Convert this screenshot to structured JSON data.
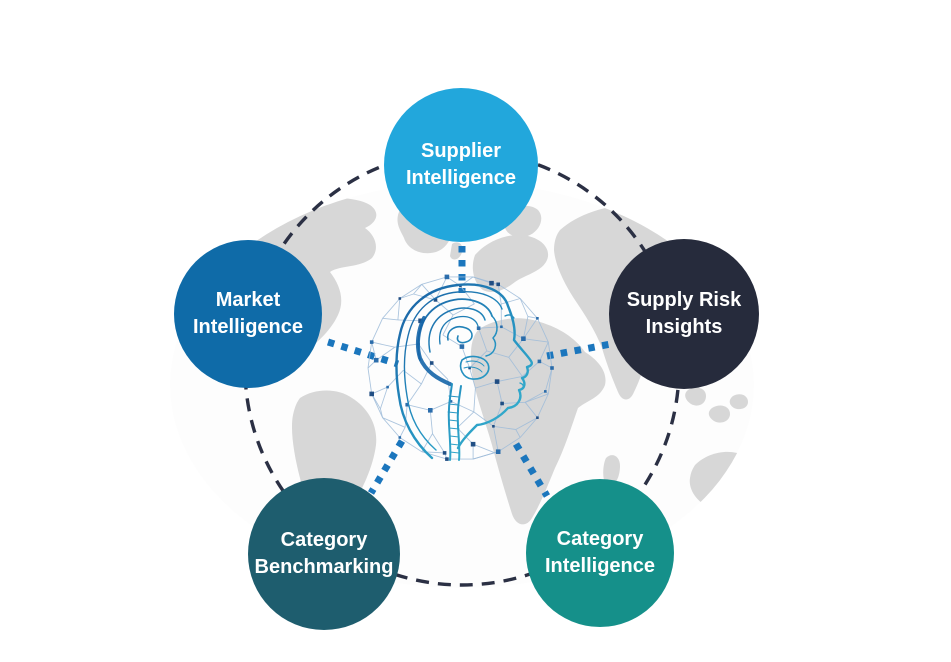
{
  "palette": {
    "supplier_circle": "#22A7DC",
    "market_circle": "#0F6BA8",
    "risk_circle": "#262B3C",
    "benchmarking_circle": "#1E5D6E",
    "category_intelligence_circle": "#15908A",
    "connector_dots": "#1B76BD",
    "dashed_ring": "#2B3044",
    "map_land": "#D7D7D7",
    "label_text": "#FFFFFF",
    "brain_dark_blue": "#1A5FA3",
    "brain_teal": "#37B3CF"
  },
  "icons": {
    "center": "brain-network-sphere-icon",
    "background": "world-map-illustration"
  },
  "nodes": [
    {
      "id": "supplier-intelligence",
      "line1": "Supplier",
      "line2": "Intelligence",
      "color": "#22A7DC"
    },
    {
      "id": "market-intelligence",
      "line1": "Market",
      "line2": "Intelligence",
      "color": "#0F6BA8"
    },
    {
      "id": "supply-risk-insights",
      "line1": "Supply Risk",
      "line2": "Insights",
      "color": "#262B3C"
    },
    {
      "id": "category-benchmarking",
      "line1": "Category",
      "line2": "Benchmarking",
      "color": "#1E5D6E"
    },
    {
      "id": "category-intelligence",
      "line1": "Category",
      "line2": "Intelligence",
      "color": "#15908A"
    }
  ]
}
